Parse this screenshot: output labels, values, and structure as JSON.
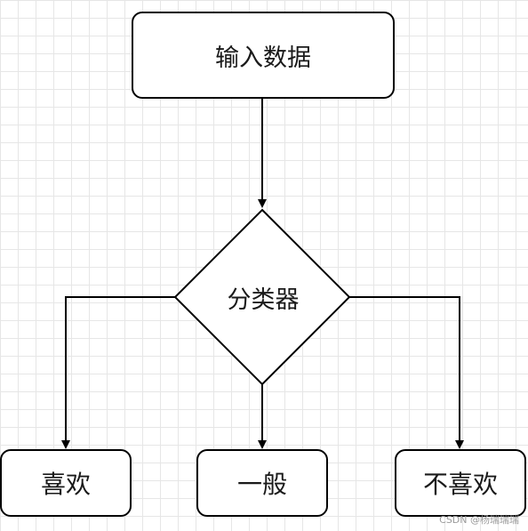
{
  "diagram": {
    "nodes": {
      "input": "输入数据",
      "classifier": "分类器",
      "like": "喜欢",
      "normal": "一般",
      "dislike": "不喜欢"
    },
    "watermark": "CSDN @杨瑞瑞瑞"
  }
}
